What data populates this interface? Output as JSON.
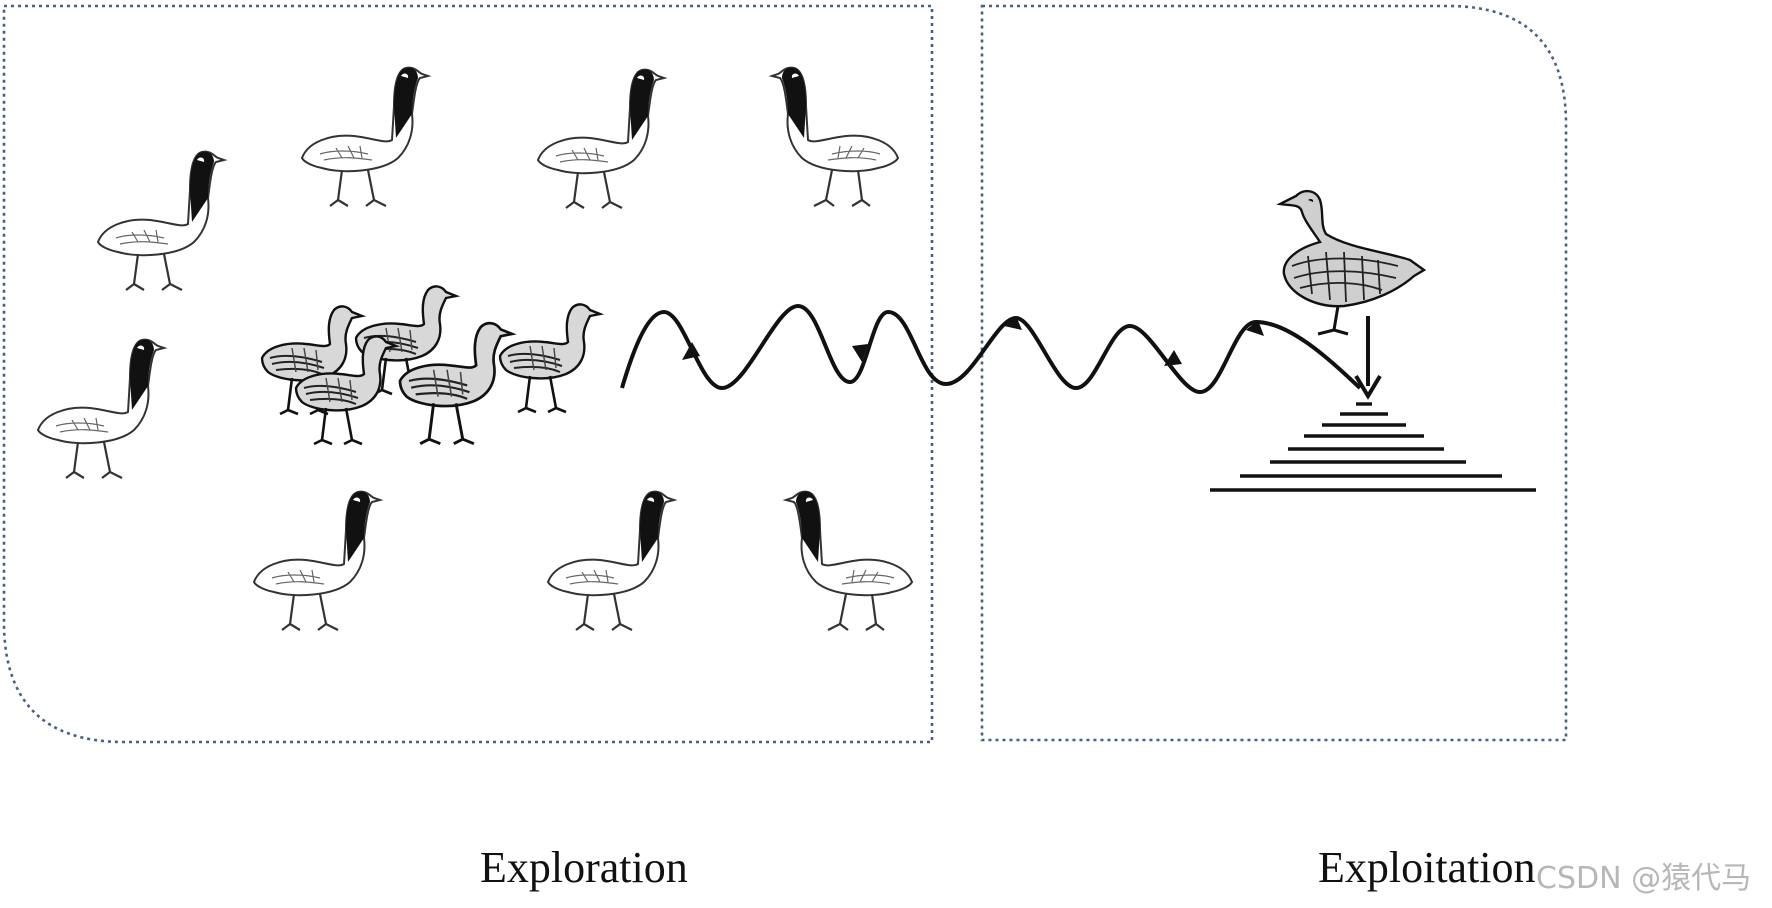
{
  "labels": {
    "exploration": "Exploration",
    "exploitation": "Exploitation"
  },
  "watermark": "CSDN @猿代马",
  "colors": {
    "panel_border": "#4a6080",
    "ink": "#111111",
    "goose_neck": "#111111"
  },
  "icons": {
    "canada_goose": "canada-goose-outline",
    "flock": "geese-flock-sketch",
    "leader": "greylag-goose-sketch",
    "target": "stepped-pyramid-target"
  }
}
